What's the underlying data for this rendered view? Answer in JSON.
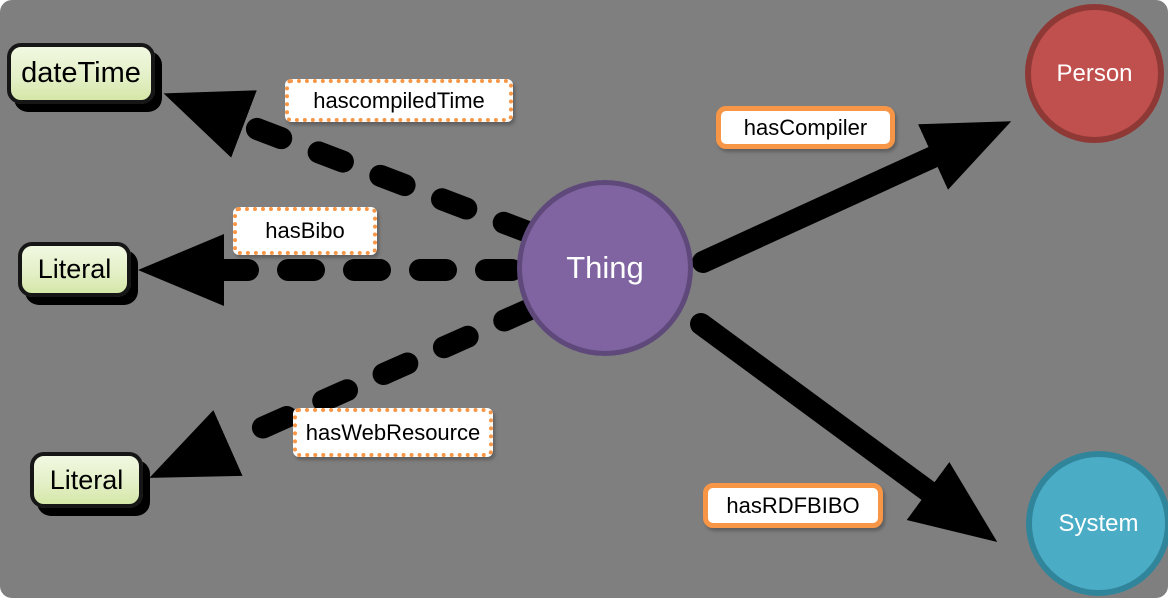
{
  "diagram": {
    "type": "ontology-graph",
    "background_color": "#7f7f7f",
    "nodes": {
      "thing": {
        "label": "Thing",
        "shape": "circle",
        "fill": "#8064a2",
        "stroke": "#5f497b",
        "text_color": "#ffffff"
      },
      "person": {
        "label": "Person",
        "shape": "circle",
        "fill": "#c0504d",
        "stroke": "#8f3937",
        "text_color": "#ffffff"
      },
      "system": {
        "label": "System",
        "shape": "circle",
        "fill": "#4bacc6",
        "stroke": "#31859b",
        "text_color": "#ffffff"
      },
      "datetime": {
        "label": "dateTime",
        "shape": "rounded-rect",
        "fill_top": "#f1f8e1",
        "fill_bottom": "#d5e7a8",
        "stroke": "#161616",
        "text_color": "#000000"
      },
      "literal1": {
        "label": "Literal",
        "shape": "rounded-rect",
        "fill_top": "#f1f8e1",
        "fill_bottom": "#d5e7a8",
        "stroke": "#161616",
        "text_color": "#000000"
      },
      "literal2": {
        "label": "Literal",
        "shape": "rounded-rect",
        "fill_top": "#f1f8e1",
        "fill_bottom": "#d5e7a8",
        "stroke": "#161616",
        "text_color": "#000000"
      }
    },
    "edge_labels": {
      "hascompiledtime": {
        "label": "hascompiledTime",
        "border_style": "dotted",
        "border_color": "#f79646"
      },
      "hasbibo": {
        "label": "hasBibo",
        "border_style": "dotted",
        "border_color": "#f79646"
      },
      "haswebresource": {
        "label": "hasWebResource",
        "border_style": "dotted",
        "border_color": "#f79646"
      },
      "hascompiler": {
        "label": "hasCompiler",
        "border_style": "solid",
        "border_color": "#f79646"
      },
      "hasrdfbibo": {
        "label": "hasRDFBIBO",
        "border_style": "solid",
        "border_color": "#f79646"
      }
    },
    "edges": [
      {
        "from": "Thing",
        "to": "dateTime",
        "label": "hascompiledTime",
        "line": "dashed",
        "color": "#000000"
      },
      {
        "from": "Thing",
        "to": "Literal",
        "label": "hasBibo",
        "line": "dashed",
        "color": "#000000"
      },
      {
        "from": "Thing",
        "to": "Literal",
        "label": "hasWebResource",
        "line": "dashed",
        "color": "#000000"
      },
      {
        "from": "Thing",
        "to": "Person",
        "label": "hasCompiler",
        "line": "solid",
        "color": "#000000"
      },
      {
        "from": "Thing",
        "to": "System",
        "label": "hasRDFBIBO",
        "line": "solid",
        "color": "#000000"
      }
    ]
  }
}
